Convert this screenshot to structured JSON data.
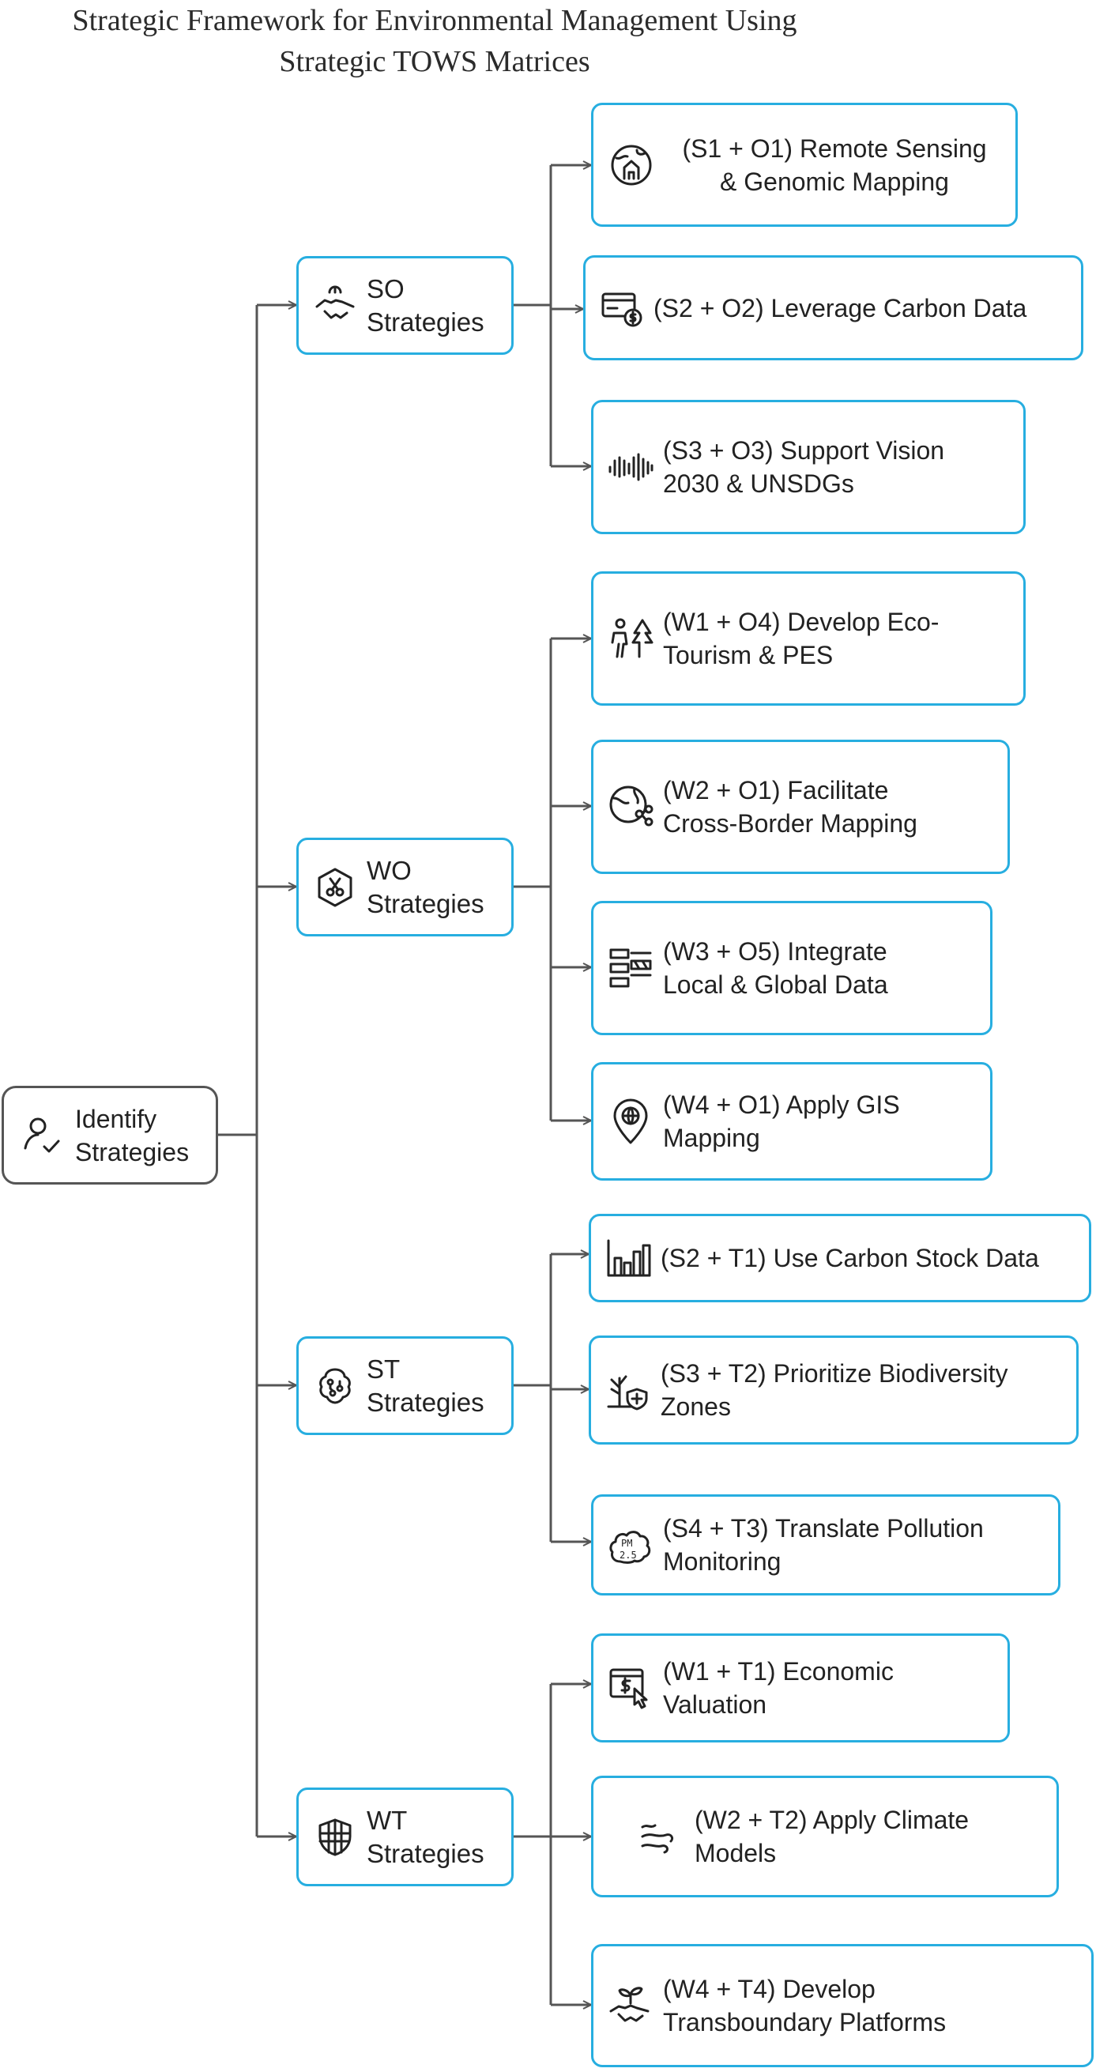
{
  "title": {
    "line1": "Strategic Framework for Environmental Management Using",
    "line2": "Strategic TOWS Matrices"
  },
  "root": {
    "line1": "Identify",
    "line2": "Strategies",
    "icon": "person-check-icon"
  },
  "groups": [
    {
      "line1": "SO",
      "line2": "Strategies",
      "icon": "handshake-icon",
      "items": [
        {
          "line1": "(S1 + O1) Remote Sensing",
          "line2": "& Genomic Mapping",
          "icon": "globe-house-icon"
        },
        {
          "line1": "(S2 + O2) Leverage Carbon Data",
          "line2": "",
          "icon": "credit-card-dollar-icon"
        },
        {
          "line1": "(S3 + O3) Support Vision",
          "line2": "2030 & UNSDGs",
          "icon": "waveform-icon"
        }
      ]
    },
    {
      "line1": "WO",
      "line2": "Strategies",
      "icon": "hexagon-scissors-icon",
      "items": [
        {
          "line1": "(W1 + O4) Develop Eco-",
          "line2": "Tourism & PES",
          "icon": "hiker-tree-icon"
        },
        {
          "line1": "(W2 + O1) Facilitate",
          "line2": "Cross-Border Mapping",
          "icon": "globe-share-icon"
        },
        {
          "line1": "(W3 + O5) Integrate",
          "line2": "Local & Global Data",
          "icon": "data-grid-icon"
        },
        {
          "line1": "(W4 + O1) Apply GIS",
          "line2": "Mapping",
          "icon": "map-pin-globe-icon"
        }
      ]
    },
    {
      "line1": "ST",
      "line2": "Strategies",
      "icon": "brain-circuit-icon",
      "items": [
        {
          "line1": "(S2 + T1) Use Carbon Stock Data",
          "line2": "",
          "icon": "bar-chart-icon"
        },
        {
          "line1": "(S3 + T2) Prioritize Biodiversity",
          "line2": "Zones",
          "icon": "plant-shield-icon"
        },
        {
          "line1": "(S4 + T3) Translate Pollution",
          "line2": "Monitoring",
          "icon": "pm25-cloud-icon"
        }
      ]
    },
    {
      "line1": "WT",
      "line2": "Strategies",
      "icon": "shield-grid-icon",
      "items": [
        {
          "line1": "(W1 + T1) Economic",
          "line2": "Valuation",
          "icon": "dollar-screen-click-icon"
        },
        {
          "line1": "(W2 + T2) Apply Climate",
          "line2": "Models",
          "icon": "wind-icon"
        },
        {
          "line1": "(W4 + T4) Develop",
          "line2": "Transboundary Platforms",
          "icon": "sprout-handshake-icon"
        }
      ]
    }
  ]
}
